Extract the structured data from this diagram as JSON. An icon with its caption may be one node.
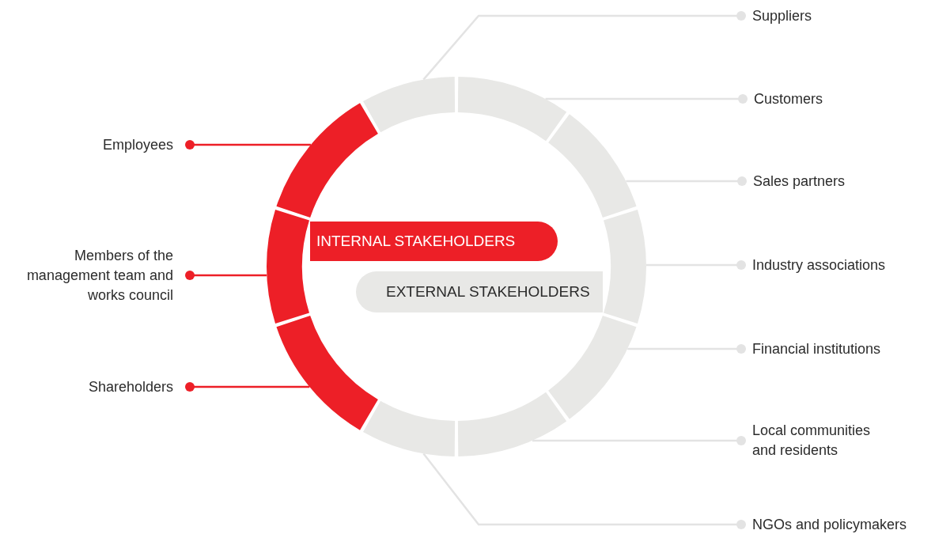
{
  "diagram": {
    "nodes": [
      {
        "text": [
          "Suppliers"
        ]
      },
      {
        "text": [
          "Customers"
        ]
      },
      {
        "text": [
          "Employees"
        ]
      },
      {
        "text": [
          "Sales partners"
        ]
      },
      {
        "text": [
          "Members of the management team and works council"
        ]
      },
      {
        "text": [
          "INTERNAL STAKEHOLDERS"
        ]
      },
      {
        "text": [
          "Industry associations"
        ]
      },
      {
        "text": [
          "EXTERNAL STAKEHOLDERS"
        ]
      },
      {
        "text": [
          "Financial institutions"
        ]
      },
      {
        "text": [
          "Shareholders"
        ]
      },
      {
        "text": [
          "Local communities and residents"
        ]
      },
      {
        "text": [
          "NGOs and policymakers"
        ]
      },
      {
        "text": [],
        "shape": "arc"
      },
      {
        "text": [],
        "shape": "arc"
      },
      {
        "text": [],
        "shape": "arc"
      },
      {
        "text": [],
        "shape": "arc"
      },
      {
        "text": [],
        "shape": "arc"
      },
      {
        "text": [],
        "shape": "arc"
      },
      {
        "text": [],
        "shape": "arc"
      },
      {
        "text": [],
        "shape": "arc"
      },
      {
        "text": [],
        "shape": "arc"
      },
      {
        "text": [],
        "shape": "arc"
      }
    ],
    "edges": [
      {
        "from": 0,
        "to": 21,
        "arrow": "other"
      },
      {
        "from": 1,
        "to": 12,
        "arrow": "other"
      },
      {
        "from": 2,
        "to": 20,
        "arrow": "other",
        "color": "#ed1f27"
      },
      {
        "from": 3,
        "to": 13,
        "arrow": "other"
      },
      {
        "from": 4,
        "to": 19,
        "arrow": "other",
        "color": "#ed1f27"
      },
      {
        "from": 6,
        "to": 14,
        "arrow": "other"
      },
      {
        "from": 8,
        "to": 15,
        "arrow": "other"
      },
      {
        "from": 9,
        "to": 18,
        "arrow": "other",
        "color": "#ed1f27"
      },
      {
        "from": 10,
        "to": 16,
        "arrow": "other"
      },
      {
        "from": 11,
        "to": 17,
        "arrow": "other"
      }
    ]
  }
}
